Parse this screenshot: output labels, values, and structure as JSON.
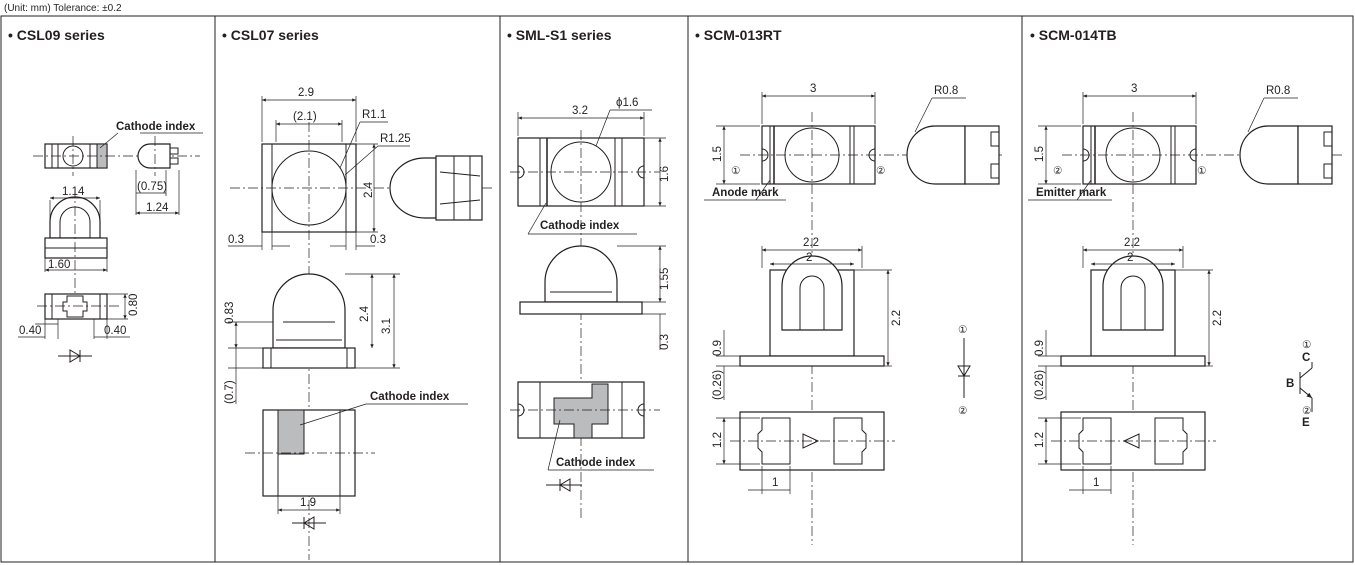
{
  "header": {
    "note": "(Unit: mm) Tolerance: ±0.2"
  },
  "panels": {
    "csl09": {
      "title": "• CSL09 series",
      "cathode_index": "Cathode index",
      "dims": {
        "a": "1.14",
        "b": "(0.75)",
        "c": "1.24",
        "d": "1.60",
        "e": "0.80",
        "f": "0.40",
        "g": "0.40"
      }
    },
    "csl07": {
      "title": "• CSL07 series",
      "cathode_index": "Cathode index",
      "dims": {
        "w": "2.9",
        "w2": "(2.1)",
        "r1": "R1.1",
        "r2": "R1.25",
        "h": "2.4",
        "s1": "0.3",
        "s2": "0.3",
        "h2": "2.4",
        "h3": "3.1",
        "h4": "0.83",
        "h5": "(0.7)",
        "w3": "1.9"
      }
    },
    "smls1": {
      "title": "• SML-S1 series",
      "cathode_index_top": "Cathode index",
      "cathode_index_bottom": "Cathode index",
      "dims": {
        "phi": "ϕ1.6",
        "w": "3.2",
        "h": "1.6",
        "h2": "1.55",
        "h3": "0.3"
      }
    },
    "scm013": {
      "title": "• SCM-013RT",
      "mark": "Anode mark",
      "pin1": "①",
      "pin2": "②",
      "dims": {
        "w": "3",
        "r": "R0.8",
        "h": "1.5",
        "w2": "2.2",
        "w3": "2",
        "h2": "2.2",
        "h3": "0.9",
        "h4": "(0.26)",
        "h5": "1.2",
        "w4": "1"
      }
    },
    "scm014": {
      "title": "• SCM-014TB",
      "mark": "Emitter mark",
      "pin1": "①",
      "pin2": "②",
      "c": "C",
      "b": "B",
      "e": "E",
      "dims": {
        "w": "3",
        "r": "R0.8",
        "h": "1.5",
        "w2": "2.2",
        "w3": "2",
        "h2": "2.2",
        "h3": "0.9",
        "h4": "(0.26)",
        "h5": "1.2",
        "w4": "1"
      }
    }
  }
}
